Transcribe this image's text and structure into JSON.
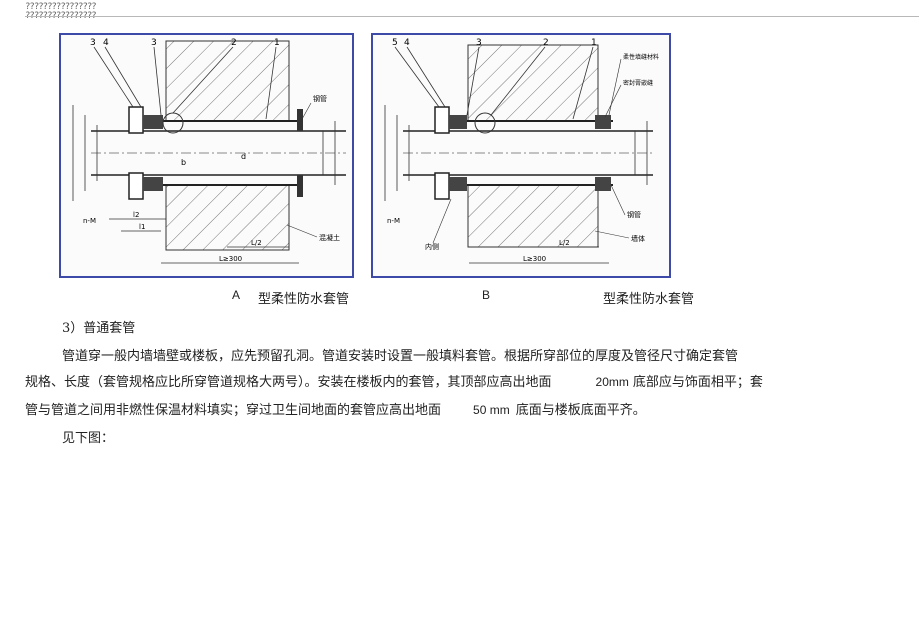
{
  "header": {
    "marks": "????????????????\n????????????????"
  },
  "figures": {
    "a": {
      "part_numbers": [
        "3",
        "4",
        "3",
        "2",
        "1"
      ],
      "labels": {
        "pipe": "钢管",
        "wall_note": "混凝土",
        "dim_length": "L≥300",
        "dim_half": "L/2",
        "dim_b": "b",
        "dim_d": "d",
        "dim_l1": "l1",
        "dim_l2": "l2",
        "dim_n": "n-M"
      }
    },
    "b": {
      "part_numbers": [
        "5",
        "4",
        "3",
        "2",
        "1"
      ],
      "labels": {
        "seal1": "柔性填缝材料",
        "seal2": "密封膏嵌缝",
        "pipe": "钢管",
        "wall": "墙体",
        "inner": "内侧",
        "dim_length": "L≥300",
        "dim_half": "L/2",
        "dim_n": "n-M"
      }
    }
  },
  "captions": {
    "a_letter": "A",
    "a_text": "型柔性防水套管",
    "b_letter": "B",
    "b_text": "型柔性防水套管"
  },
  "body": {
    "heading": "3）普通套管",
    "line1": "管道穿一般内墙墙壁或楼板，应先预留孔洞。管道安装时设置一般填料套管。根据所穿部位的厚度及管径尺寸确定套管",
    "line2_a": "规格、长度（套管规格应比所穿管道规格大两号）。安装在楼板内的套管，其顶部应高出地面",
    "line2_num": "20mm",
    "line2_b": "底部应与饰面相平；套",
    "line3_a": "管与管道之间用非燃性保温材料填实；穿过卫生间地面的套管应高出地面",
    "line3_num": "50 mm",
    "line3_b": "底面与楼板底面平齐。",
    "line4": "见下图："
  }
}
